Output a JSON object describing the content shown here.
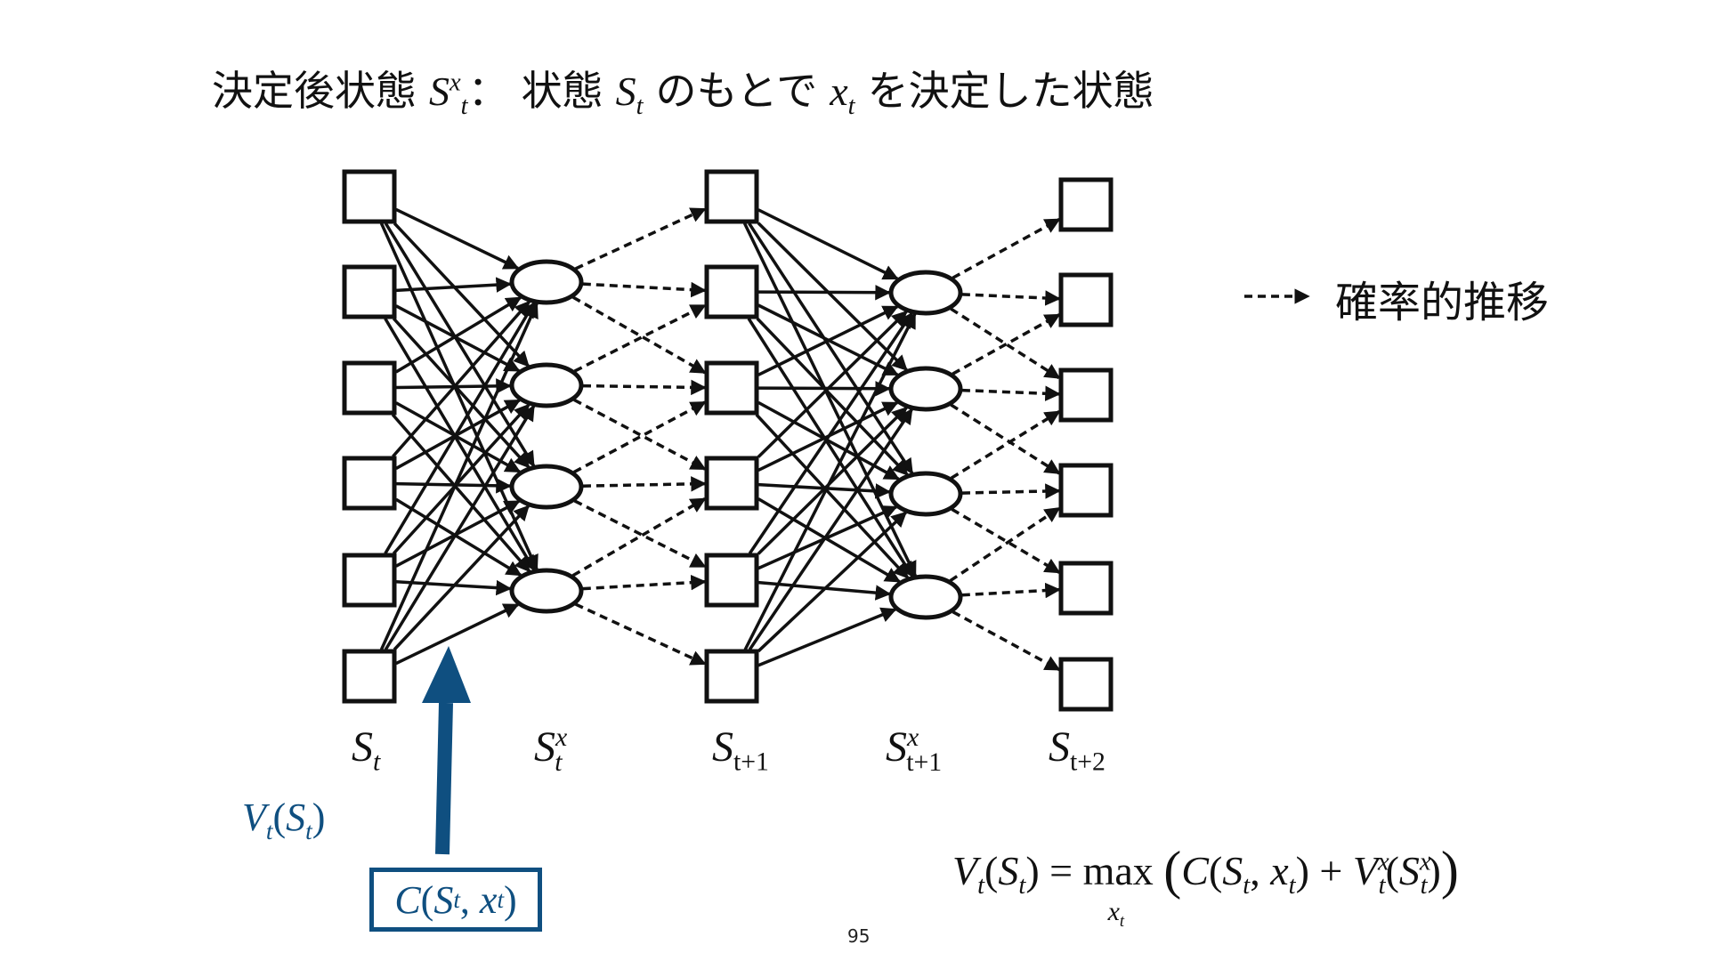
{
  "title": {
    "prefix": "決定後状態",
    "sym_S": "S",
    "sym_S_sub": "t",
    "sym_S_sup": "x",
    "colon": "：",
    "mid1": "状態",
    "mid_S": "S",
    "mid_S_sub": "t",
    "mid2": "のもとで",
    "mid_x": "x",
    "mid_x_sub": "t",
    "suffix": "を決定した状態"
  },
  "columns": [
    {
      "base": "S",
      "sub": "t",
      "sup": ""
    },
    {
      "base": "S",
      "sub": "t",
      "sup": "x"
    },
    {
      "base": "S",
      "sub": "t+1",
      "sup": ""
    },
    {
      "base": "S",
      "sub": "t+1",
      "sup": "x"
    },
    {
      "base": "S",
      "sub": "t+2",
      "sup": ""
    }
  ],
  "legend": {
    "label": "確率的推移"
  },
  "value_label": {
    "V": "V",
    "V_sub": "t",
    "open": "(",
    "S": "S",
    "S_sub": "t",
    "close": ")"
  },
  "cost_box": {
    "C": "C",
    "open": "(",
    "S": "S",
    "S_sub": "t",
    "comma": ",",
    "x": "x",
    "x_sub": "t",
    "close": ")"
  },
  "bellman": {
    "V": "V",
    "V_sub": "t",
    "S": "S",
    "S_sub": "t",
    "eq": "=",
    "max": "max",
    "max_sub": "x",
    "max_sub_sub": "t",
    "C": "C",
    "C_S": "S",
    "C_S_sub": "t",
    "C_x": "x",
    "C_x_sub": "t",
    "plus": "+",
    "Vx": "V",
    "Vx_sub": "t",
    "Vx_sup": "x",
    "Sx": "S",
    "Sx_sub": "t",
    "Sx_sup": "x"
  },
  "colors": {
    "accent": "#0f4f80",
    "ink": "#111111"
  },
  "page_number": "95"
}
